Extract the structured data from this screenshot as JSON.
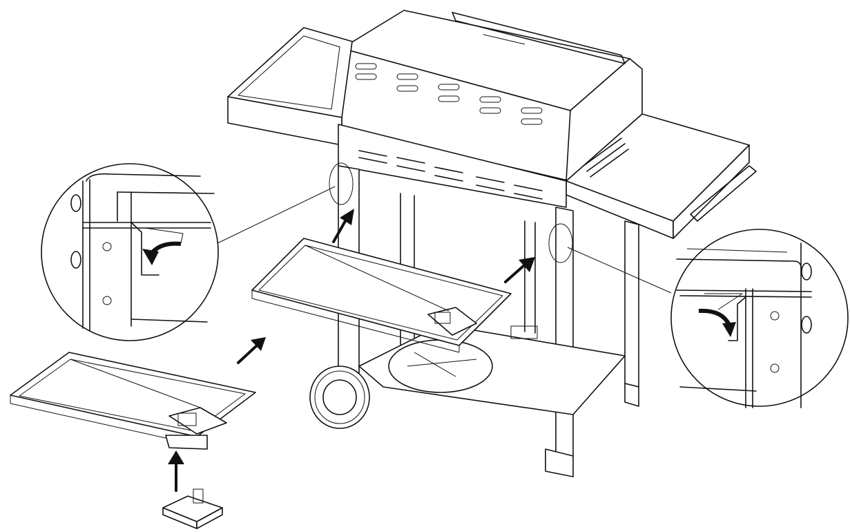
{
  "diagram": {
    "description_type": "assembly-instruction-illustration",
    "style": "black line art on white",
    "colors": {
      "line": "#111111",
      "background": "#ffffff",
      "shade": "#d9d9d9"
    },
    "callouts": [
      {
        "id": "left-detail",
        "shows": "hook-into-slot",
        "arrow": "curved-arrow-icon"
      },
      {
        "id": "right-detail",
        "shows": "hook-into-slot",
        "arrow": "curved-arrow-icon"
      }
    ],
    "parts": [
      "grill-hood",
      "control-panel",
      "left-side-shelf",
      "right-side-shelf",
      "cart-frame",
      "wheel",
      "grease-tray",
      "grease-cup"
    ]
  }
}
